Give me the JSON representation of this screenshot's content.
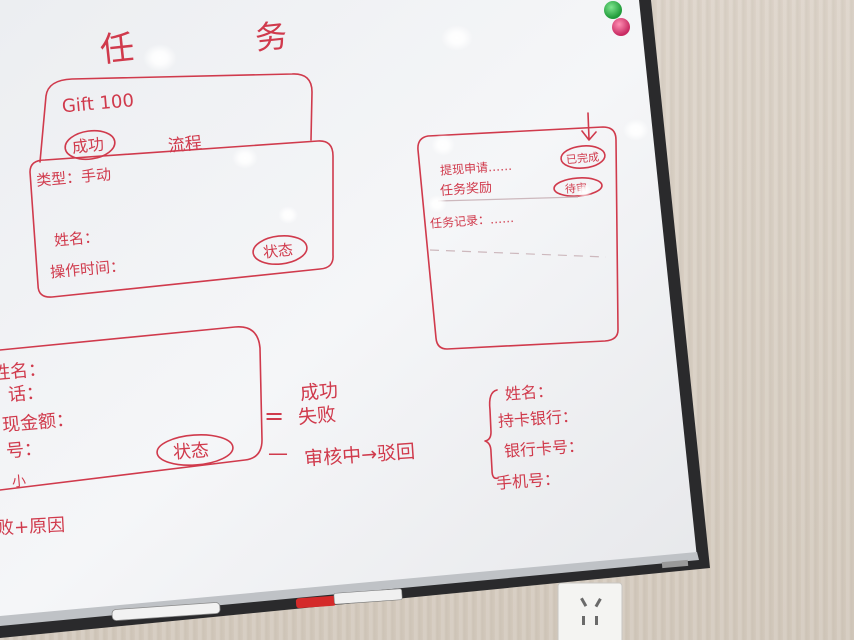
{
  "colors": {
    "ink": "#d03a4c",
    "frame": "#2a2a2c",
    "wall": "#d8cec2",
    "magnet_green": "#2fb24a",
    "magnet_pink": "#e0407a"
  },
  "title": {
    "char1": "任",
    "char2": "务"
  },
  "card_top": {
    "title": "Gift 100",
    "tab_active": "成功",
    "tab_other": "流程"
  },
  "card_record": {
    "type": "类型：手动",
    "name": "姓名：",
    "time": "操作时间：",
    "status": "状态"
  },
  "right_panel": {
    "row1": "提现申请……",
    "row1_badge": "已完成",
    "row2": "任务奖励",
    "row2_badge": "待审",
    "row3": "任务记录：……"
  },
  "card_bottom": {
    "lines": [
      "姓名：",
      "话：",
      "现金额：",
      "号：",
      "小"
    ],
    "status": "状态"
  },
  "footnote": "败+原因",
  "status_list": {
    "eq": "=",
    "dash": "—",
    "items": [
      "成功",
      "失败",
      "审核中→驳回"
    ]
  },
  "bank_fields": [
    "姓名：",
    "持卡银行：",
    "银行卡号：",
    "手机号："
  ]
}
